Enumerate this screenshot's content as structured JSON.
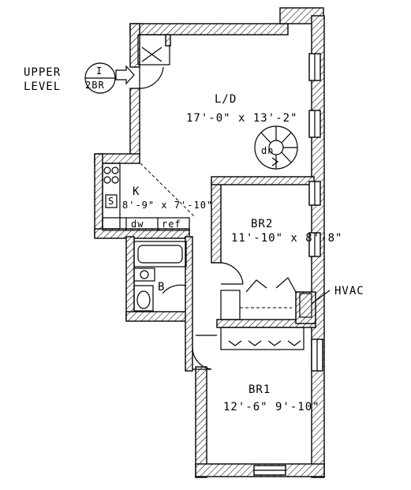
{
  "level": {
    "label_line1": "UPPER",
    "label_line2": "LEVEL",
    "badge_top": "I",
    "badge_bottom": "2BR"
  },
  "rooms": {
    "living_dining": {
      "name": "L/D",
      "dims": "17'-0\" x 13'-2\""
    },
    "kitchen": {
      "name": "K",
      "dims": "8'-9\" x 7'-10\""
    },
    "bedroom2": {
      "name": "BR2",
      "dims": "11'-10\" x 8'-8\""
    },
    "bedroom1": {
      "name": "BR1",
      "dims": "12'-6\" 9'-10\""
    },
    "bath": {
      "name": "B"
    }
  },
  "fixtures": {
    "stair": "dn",
    "sink": "S",
    "dishwasher": "dw",
    "refrigerator": "ref",
    "hvac": "HVAC"
  }
}
